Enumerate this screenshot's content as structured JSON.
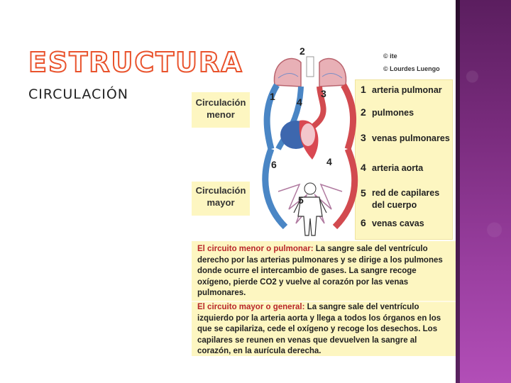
{
  "slide": {
    "title": "ESTRUCTURA",
    "subtitle": "CIRCULACIÓN"
  },
  "diagram": {
    "copyright": [
      "© ite",
      "© Lourdes Luengo"
    ],
    "circ_menor": "Circulación menor",
    "circ_mayor": "Circulación mayor",
    "numbers": [
      "1",
      "2",
      "3",
      "4",
      "4",
      "5",
      "6"
    ],
    "legend": [
      {
        "n": "1",
        "text": "arteria pulmonar"
      },
      {
        "n": "2",
        "text": "pulmones"
      },
      {
        "n": "3",
        "text": "venas pulmonares"
      },
      {
        "n": "4",
        "text": "arteria aorta"
      },
      {
        "n": "5",
        "text": "red de capilares del cuerpo"
      },
      {
        "n": "6",
        "text": "venas cavas"
      }
    ]
  },
  "text": {
    "p1_title": "El circuito menor o pulmonar:",
    "p1_body": " La sangre sale del ventrículo derecho por las arterias pulmonares y se dirige a los pulmones donde ocurre el intercambio de gases. La sangre recoge oxígeno, pierde CO2 y vuelve al corazón por las venas pulmonares.",
    "p2_title": "El circuito mayor o general:",
    "p2_body": " La sangre sale del ventrículo izquierdo por la arteria aorta y llega a todos los órganos en los que se capilariza, cede el oxígeno y recoge los desechos. Los capilares se reunen en venas que devuelven la sangre al corazón, en la aurícula derecha."
  },
  "colors": {
    "artery": "#d24a4f",
    "vein": "#4a86c5",
    "panel": "#fdf6c1",
    "title_stroke": "#e9532d"
  }
}
